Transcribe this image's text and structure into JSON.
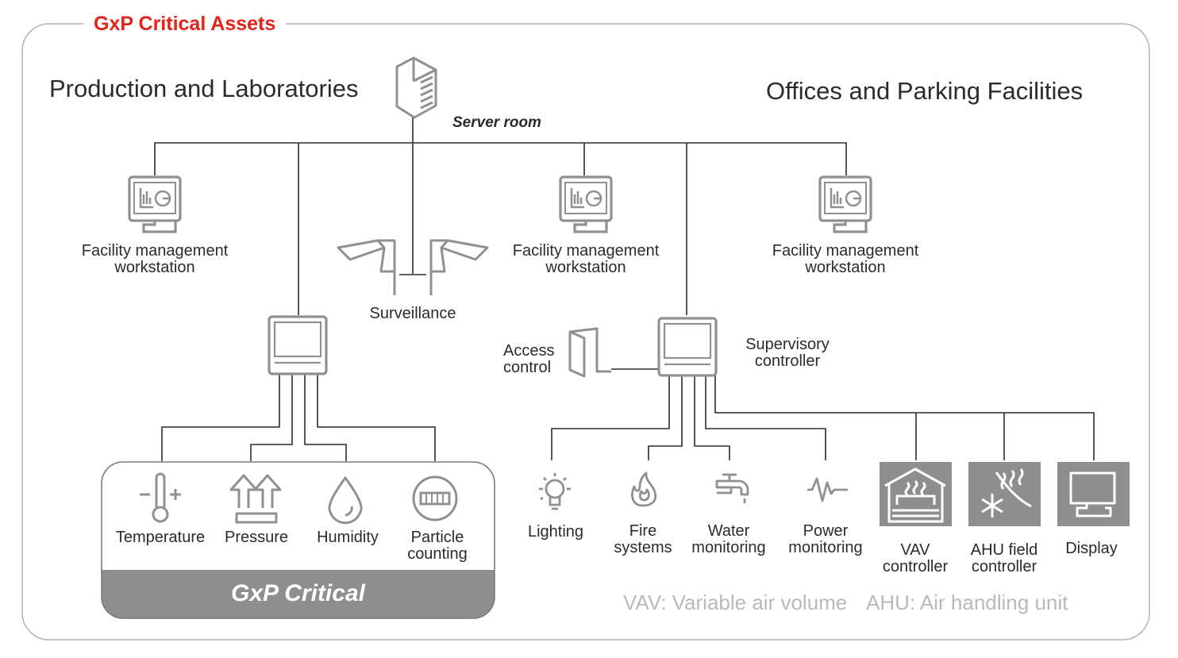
{
  "frame_title": "GxP Critical Assets",
  "sections": {
    "left": "Production and Laboratories",
    "right": "Offices and Parking Facilities"
  },
  "server": {
    "label": "Server room"
  },
  "workstations": [
    {
      "line1": "Facility management",
      "line2": "workstation"
    },
    {
      "line1": "Facility management",
      "line2": "workstation"
    },
    {
      "line1": "Facility management",
      "line2": "workstation"
    }
  ],
  "surveillance": "Surveillance",
  "access_control": {
    "line1": "Access",
    "line2": "control"
  },
  "supervisory": {
    "line1": "Supervisory",
    "line2": "controller"
  },
  "gxp_sensors": [
    {
      "line1": "Temperature",
      "line2": ""
    },
    {
      "line1": "Pressure",
      "line2": ""
    },
    {
      "line1": "Humidity",
      "line2": ""
    },
    {
      "line1": "Particle",
      "line2": "counting"
    }
  ],
  "gxp_banner": "GxP Critical",
  "building_systems": [
    {
      "line1": "Lighting",
      "line2": ""
    },
    {
      "line1": "Fire",
      "line2": "systems"
    },
    {
      "line1": "Water",
      "line2": "monitoring"
    },
    {
      "line1": "Power",
      "line2": "monitoring"
    }
  ],
  "hvac_devices": [
    {
      "line1": "VAV",
      "line2": "controller"
    },
    {
      "line1": "AHU field",
      "line2": "controller"
    },
    {
      "line1": "Display",
      "line2": ""
    }
  ],
  "legend": {
    "vav": "VAV: Variable air volume",
    "ahu": "AHU: Air handling unit"
  },
  "colors": {
    "accent": "#e2231a",
    "icon": "#909090",
    "line": "#2b2b2b",
    "tile": "#8e8e8e",
    "legend": "#b9b9b9"
  }
}
